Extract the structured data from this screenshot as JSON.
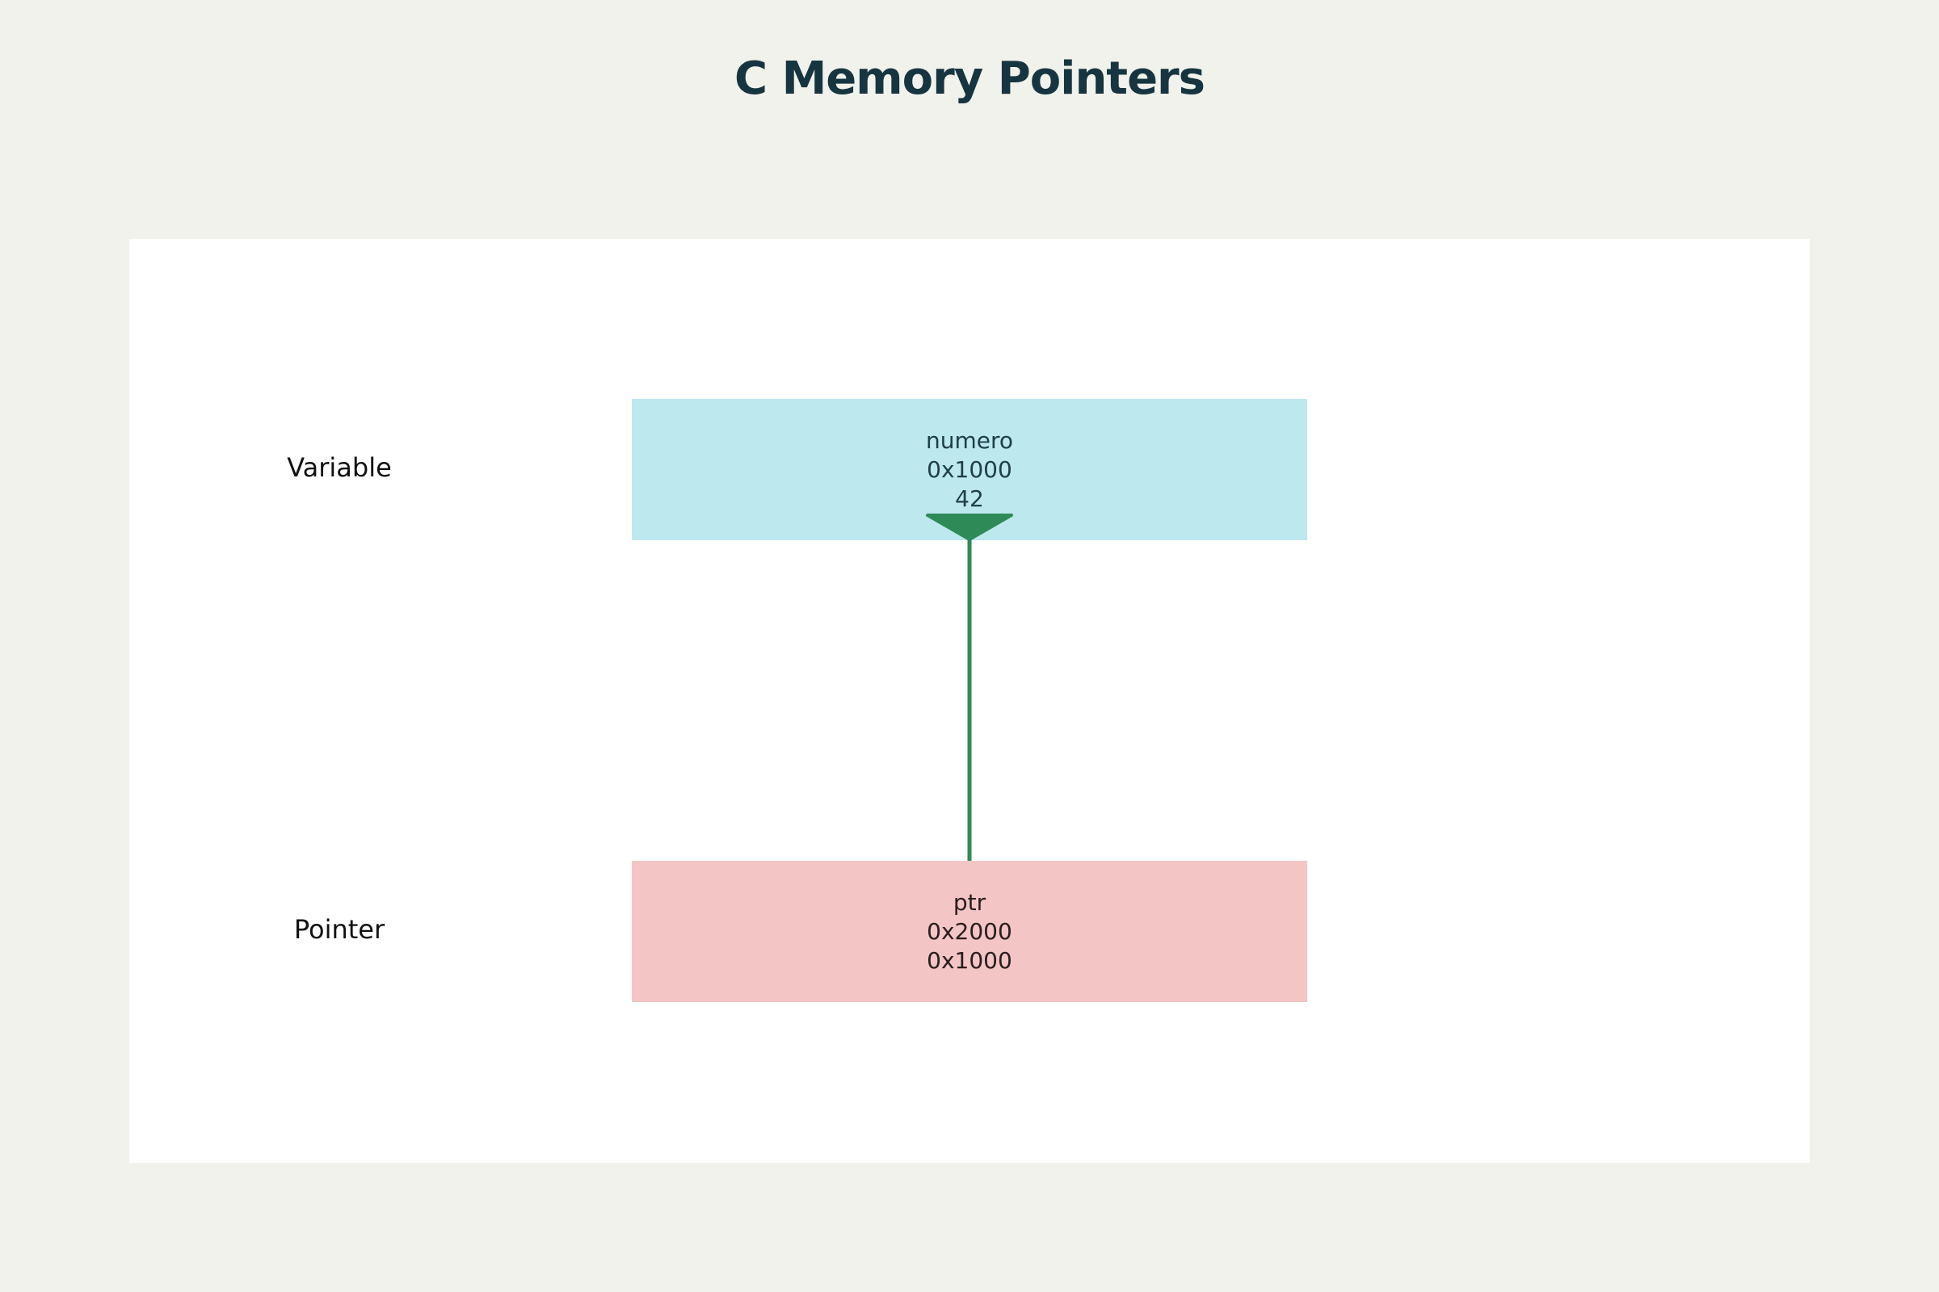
{
  "title": "C Memory Pointers",
  "rows": {
    "variable": {
      "label": "Variable",
      "name": "numero",
      "address": "0x1000",
      "value": "42"
    },
    "pointer": {
      "label": "Pointer",
      "name": "ptr",
      "address": "0x2000",
      "value": "0x1000"
    }
  },
  "colors": {
    "background": "#f2f2ed",
    "panel": "#ffffff",
    "variable_box": "#bde8ed",
    "pointer_box": "#f3c5c5",
    "arrow": "#2e8b57",
    "title": "#163540"
  }
}
